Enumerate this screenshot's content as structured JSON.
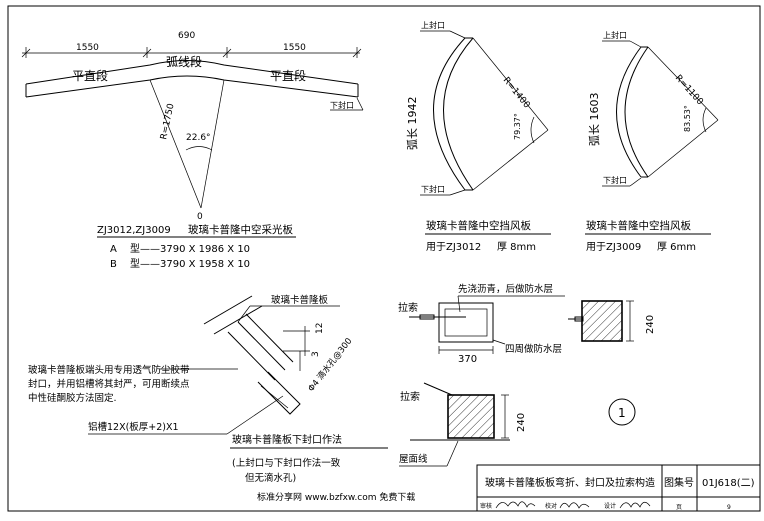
{
  "skylight": {
    "dim_left": "1550",
    "dim_mid": "690",
    "dim_right": "1550",
    "seg_left": "平直段",
    "seg_mid": "弧线段",
    "seg_right": "平直段",
    "radius": "R=1750",
    "angle": "22.6°",
    "center": "0",
    "lower_seal": "下封口",
    "model_line": "ZJ3012,ZJ3009",
    "title": "玻璃卡普隆中空采光板",
    "type_a_label": "A",
    "type_a_spec": "型——3790 X 1986 X 10",
    "type_b_label": "B",
    "type_b_spec": "型——3790 X 1958 X 10"
  },
  "windshield_1": {
    "upper_seal": "上封口",
    "lower_seal": "下封口",
    "radius": "R=1400",
    "arc_length": "弧长 1942",
    "angle": "79.37°",
    "title": "玻璃卡普隆中空挡风板",
    "usage": "用于ZJ3012",
    "thickness": "厚 8mm"
  },
  "windshield_2": {
    "upper_seal": "上封口",
    "lower_seal": "下封口",
    "radius": "R=1100",
    "arc_length": "弧长 1603",
    "angle": "83.53°",
    "title": "玻璃卡普隆中空挡风板",
    "usage": "用于ZJ3009",
    "thickness": "厚 6mm"
  },
  "seal_detail": {
    "board_label": "玻璃卡普隆板",
    "dim_12": "12",
    "dim_3": "3",
    "drain_hole": "Φ4 滴水孔@300",
    "note_line1": "玻璃卡普隆板端头用专用透气防尘胶带",
    "note_line2": "封口，并用铝槽将其封严，可用断续点",
    "note_line3": "中性硅酮胶方法固定.",
    "channel": "铝槽12X(板厚+2)X1",
    "title": "玻璃卡普隆板下封口作法",
    "sub_line1": "(上封口与下封口作法一致",
    "sub_line2": "但无滴水孔)"
  },
  "tie_detail": {
    "tie_label": "拉索",
    "asphalt_note": "先浇沥青，后做防水层",
    "waterproof_note": "四周做防水层",
    "dim_370": "370",
    "dim_240_a": "240",
    "tie_label_2": "拉索",
    "dim_240_b": "240",
    "roof_line": "屋面线",
    "detail_no": "1"
  },
  "title_block": {
    "title": "玻璃卡普隆板板弯折、封口及拉索构造",
    "atlas_label": "图集号",
    "atlas_no": "01J618(二)",
    "row_review": "审核",
    "row_check": "校对",
    "row_design": "设计",
    "page_label": "页",
    "page_no": "9"
  },
  "watermark": "标准分享网 www.bzfxw.com 免费下载"
}
